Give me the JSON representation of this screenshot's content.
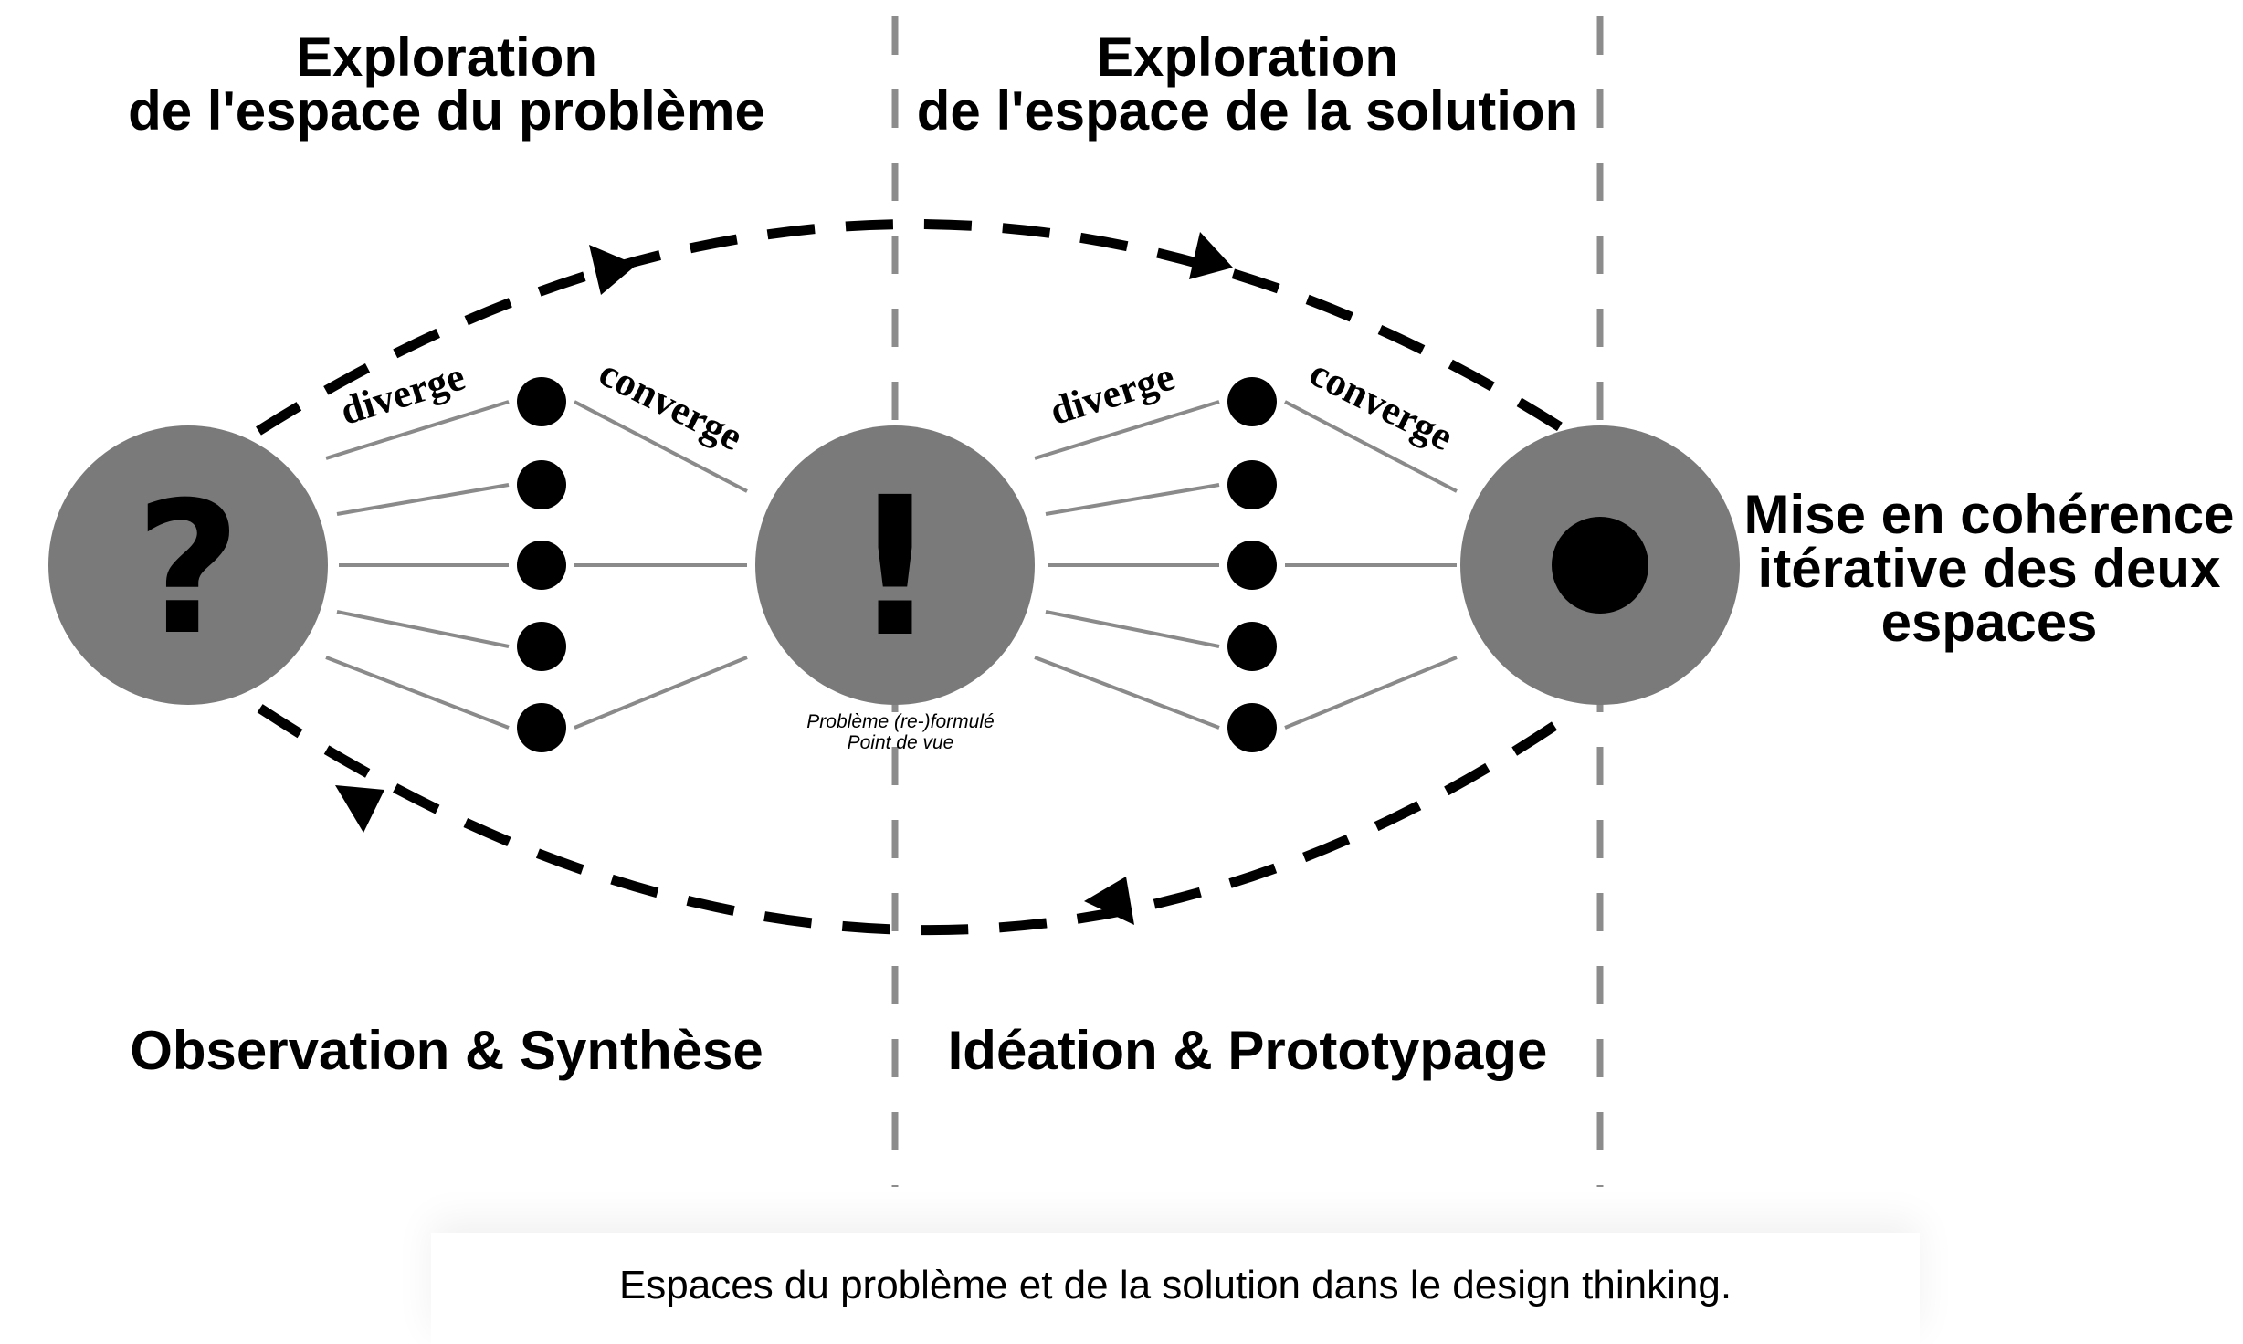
{
  "headings": {
    "problem_space_line1": "Exploration",
    "problem_space_line2": "de l'espace du problème",
    "solution_space_line1": "Exploration",
    "solution_space_line2": "de l'espace de la solution",
    "coherence_line1": "Mise en cohérence",
    "coherence_line2": "itérative des deux",
    "coherence_line3": "espaces",
    "observation": "Observation & Synthèse",
    "ideation": "Idéation & Prototypage"
  },
  "nodes": {
    "question_glyph": "?",
    "exclamation_glyph": "!",
    "reformulated_line1": "Problème (re-)formulé",
    "reformulated_line2": "Point de vue"
  },
  "arm_labels": {
    "diverge_1": "diverge",
    "converge_1": "converge",
    "diverge_2": "diverge",
    "converge_2": "converge"
  },
  "caption": "Espaces du problème et de la solution dans le design thinking.",
  "colors": {
    "circle_fill": "#7a7a7a",
    "dot_fill": "#000000",
    "line_stroke": "#8a8a8a",
    "divider_stroke": "#8c8c8c",
    "loop_stroke": "#000000"
  }
}
